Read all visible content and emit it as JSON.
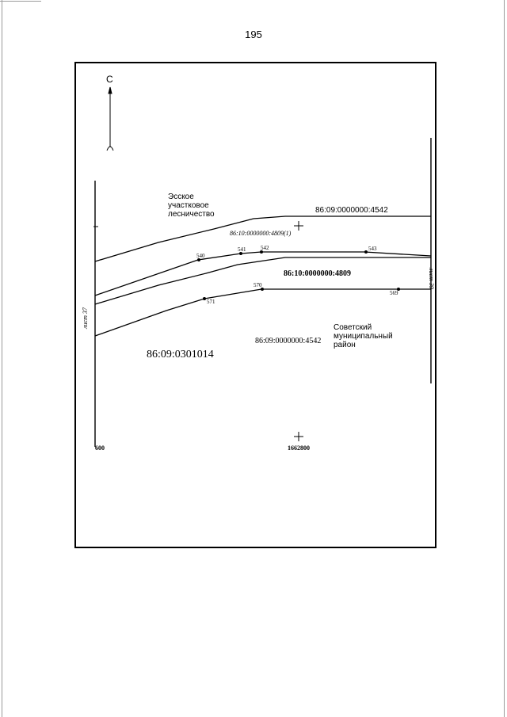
{
  "page": {
    "number": "195"
  },
  "north_arrow": {
    "label": "С"
  },
  "area_labels": {
    "eskoe_line1": "Эсское",
    "eskoe_line2": "участковое",
    "eskoe_line3": "лесничество",
    "sovetsky_line1": "Советский",
    "sovetsky_line2": "муниципальный",
    "sovetsky_line3": "район"
  },
  "parcels": {
    "top": "86:09:0000000:4542",
    "italic": "86:10:0000000:4809(1)",
    "middle": "86:10:0000000:4809",
    "bottom": "86:09:0000000:4542",
    "quarter": "86:09:0301014"
  },
  "sheets": {
    "left": "лист 37",
    "right": "лист 39"
  },
  "points": {
    "p540": "540",
    "p541": "541",
    "p542": "542",
    "p543": "543",
    "p570": "570",
    "p571": "571",
    "p569": "569"
  },
  "coordinates": {
    "left": "600",
    "center": "1662800"
  }
}
